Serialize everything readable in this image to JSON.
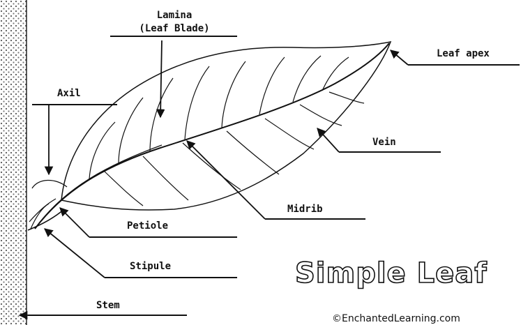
{
  "diagram": {
    "labels": {
      "lamina_line1": "Lamina",
      "lamina_line2": "(Leaf Blade)",
      "leaf_apex": "Leaf apex",
      "axil": "Axil",
      "vein": "Vein",
      "midrib": "Midrib",
      "petiole": "Petiole",
      "stipule": "Stipule",
      "stem": "Stem"
    },
    "title": "Simple Leaf",
    "credit": "©EnchantedLearning.com"
  }
}
